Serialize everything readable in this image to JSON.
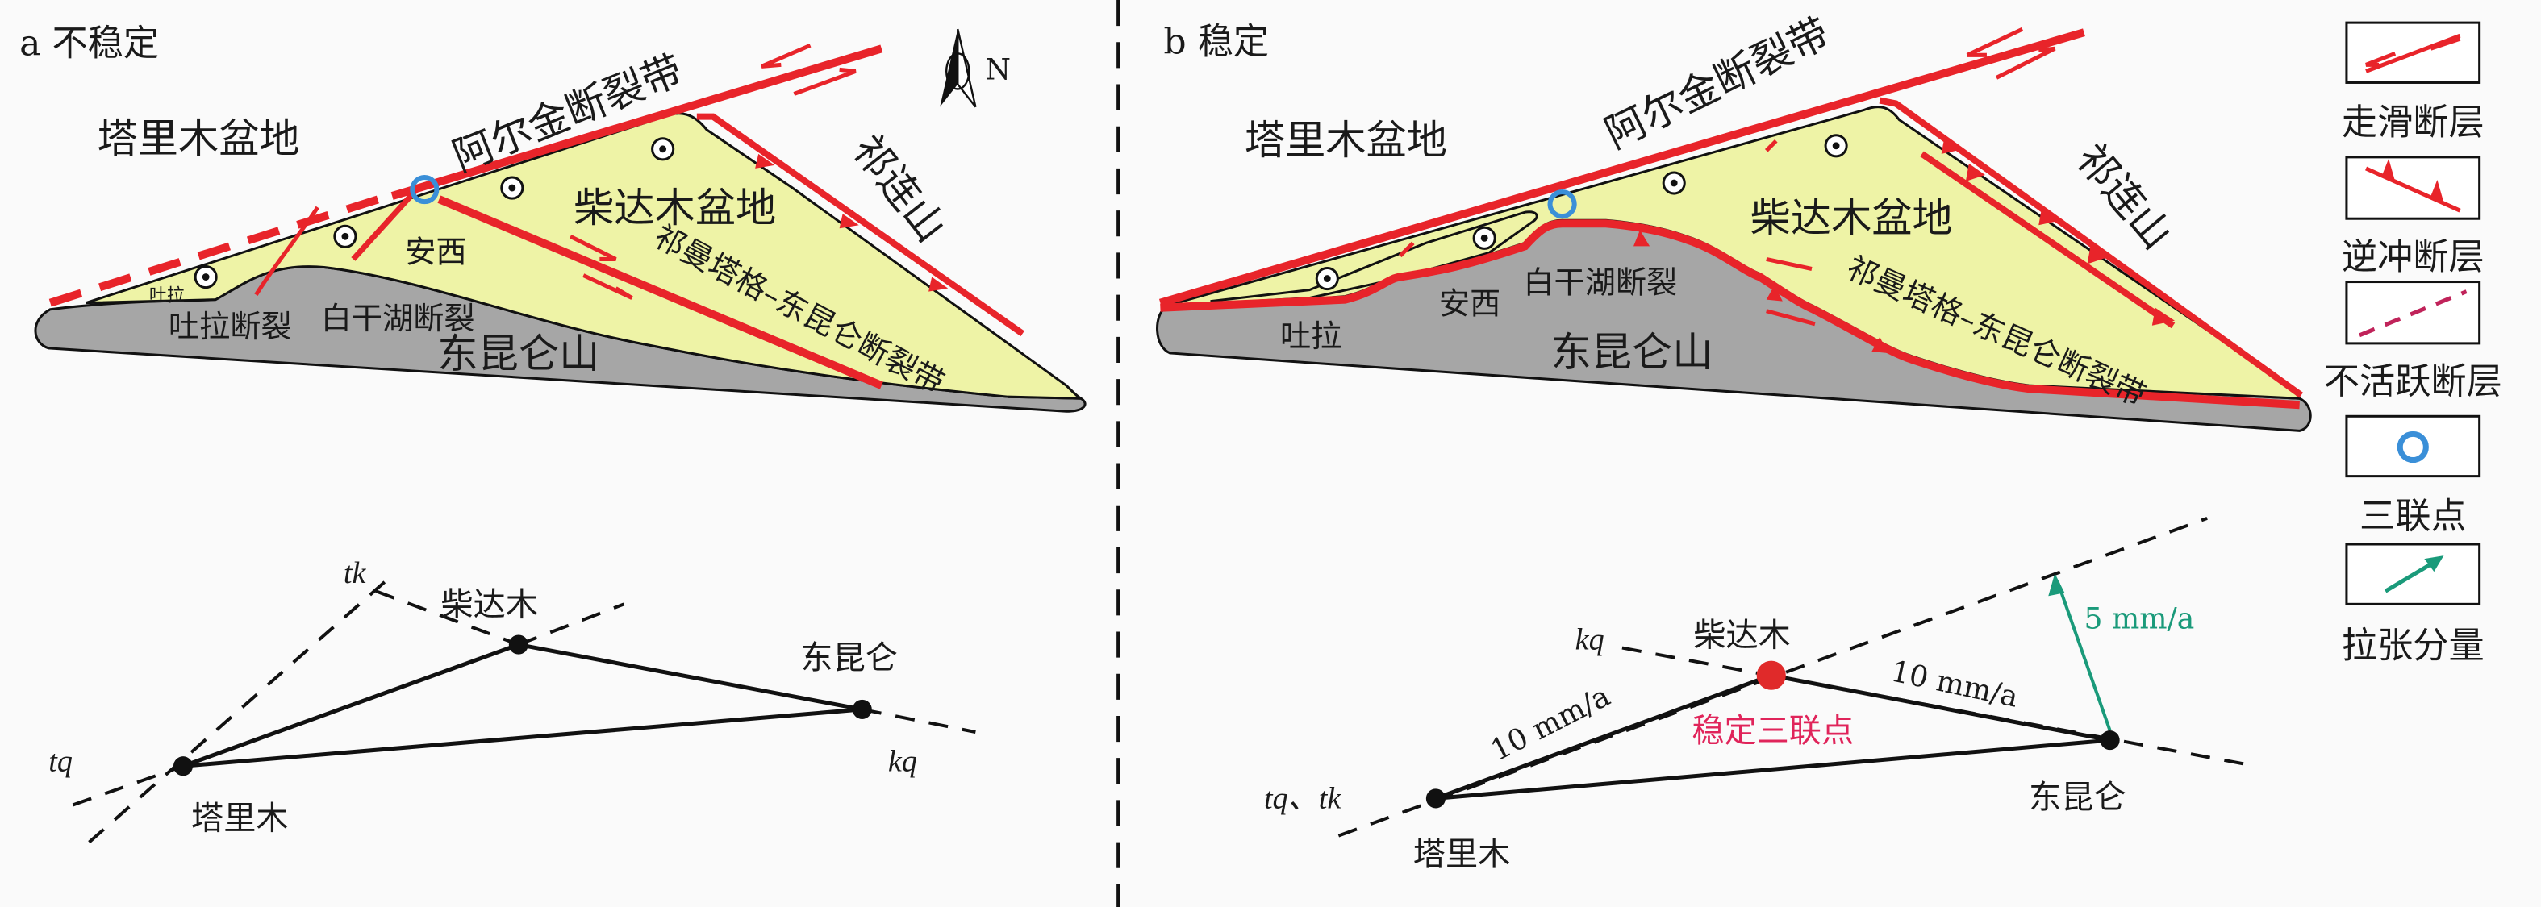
{
  "panel_a": {
    "label": "a 不稳定",
    "north": "N",
    "map": {
      "tarim_basin": "塔里木盆地",
      "altyn_fault": "阿尔金断裂带",
      "qaidam_basin": "柴达木盆地",
      "qilian_shan": "祁连山",
      "qimantag_fault": "祁曼塔格–东昆仑断裂带",
      "east_kunlun_shan": "东昆仑山",
      "tula": "吐拉",
      "tula_fault": "吐拉断裂",
      "baiganhu_fault": "白干湖断裂",
      "anxi": "安西"
    },
    "triangle": {
      "tarim": "塔里木",
      "qaidam": "柴达木",
      "east_kunlun": "东昆仑",
      "tk": "tk",
      "tq": "tq",
      "kq": "kq"
    }
  },
  "panel_b": {
    "label": "b 稳定",
    "map": {
      "tarim_basin": "塔里木盆地",
      "altyn_fault": "阿尔金断裂带",
      "qaidam_basin": "柴达木盆地",
      "qilian_shan": "祁连山",
      "qimantag_fault": "祁曼塔格–东昆仑断裂带",
      "east_kunlun_shan": "东昆仑山",
      "tula": "吐拉",
      "anxi": "安西",
      "baiganhu_fault": "白干湖断裂"
    },
    "triangle": {
      "tarim": "塔里木",
      "qaidam": "柴达木",
      "east_kunlun": "东昆仑",
      "tq_tk": "tq、tk",
      "kq": "kq",
      "rate_tq": "10 mm/a",
      "rate_kq": "10 mm/a",
      "extension_rate": "5 mm/a",
      "stable_point": "稳定三联点"
    }
  },
  "legend": [
    {
      "label": "走滑断层",
      "icon": "strike-slip-fault-icon"
    },
    {
      "label": "逆冲断层",
      "icon": "thrust-fault-icon"
    },
    {
      "label": "不活跃断层",
      "icon": "inactive-fault-icon"
    },
    {
      "label": "三联点",
      "icon": "triple-junction-icon"
    },
    {
      "label": "拉张分量",
      "icon": "extension-arrow-icon"
    }
  ],
  "colors": {
    "fault_red": "#e8242a",
    "basin_yellow": "#eef3a6",
    "mountain_gray": "#a6a6a6",
    "triple_junction_blue": "#3a8fd8",
    "extension_green": "#1a9a7a",
    "stable_point_pink": "#e0245a"
  }
}
